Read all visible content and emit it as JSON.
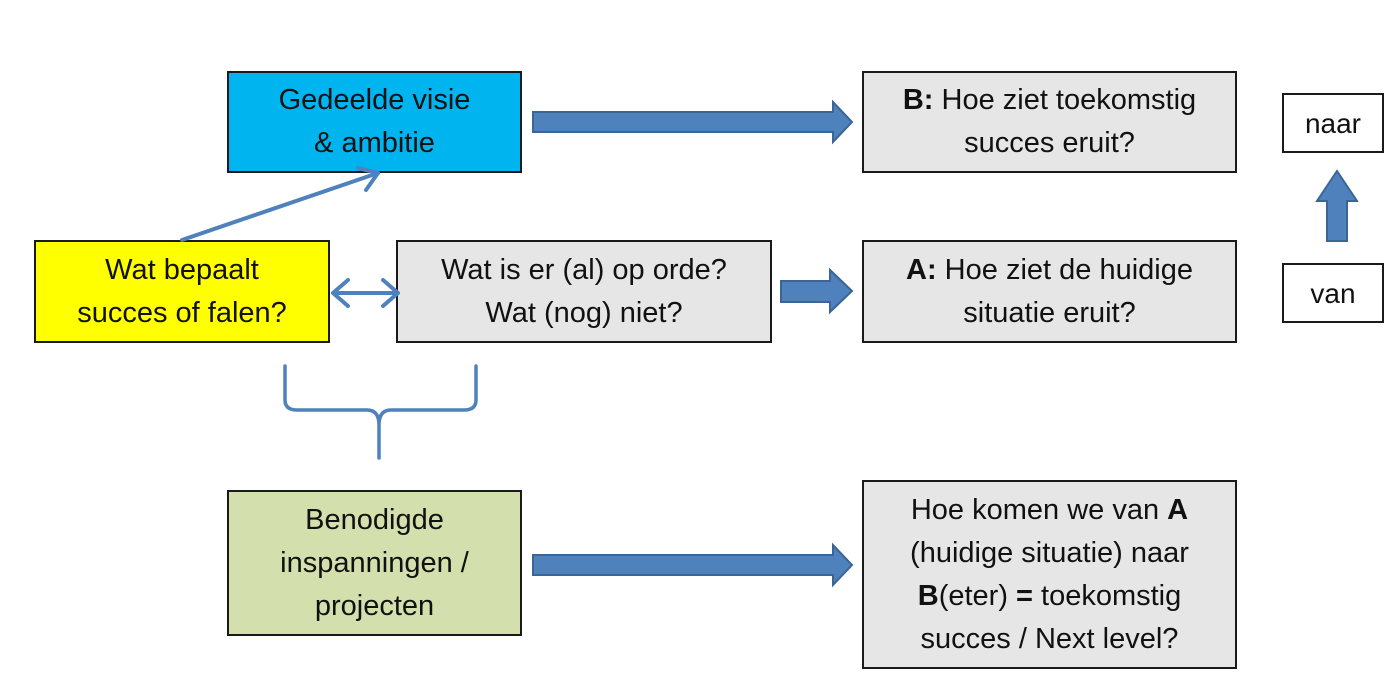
{
  "nodes": {
    "visie": {
      "line1": "Gedeelde visie",
      "line2": "& ambitie"
    },
    "bepaalt": {
      "line1": "Wat bepaalt",
      "line2": "succes of falen?"
    },
    "orde": {
      "line1": "Wat is er (al) op orde?",
      "line2": "Wat (nog) niet?"
    },
    "b_toekomst": {
      "bold": "B:",
      "line1_rest": " Hoe ziet toekomstig",
      "line2": "succes eruit?"
    },
    "a_huidig": {
      "bold": "A:",
      "line1_rest": " Hoe ziet de huidige",
      "line2": "situatie eruit?"
    },
    "inspanningen": {
      "line1": "Benodigde",
      "line2": "inspanningen /",
      "line3": "projecten"
    },
    "van_a_naar_b": {
      "line1_pre": "Hoe komen we van ",
      "line1_bold": "A",
      "line2": "(huidige situatie) naar",
      "line3_bold": "B",
      "line3_mid": "(eter) ",
      "line3_bold2": "=",
      "line3_rest": " toekomstig",
      "line4": "succes / Next level?"
    },
    "naar": {
      "label": "naar"
    },
    "van": {
      "label": "van"
    }
  },
  "colors": {
    "arrow": "#4f81bd",
    "arrow_border": "#3a6595",
    "visie_fill": "#00b4ef",
    "bepaalt_fill": "#ffff00",
    "grey_fill": "#e6e6e6",
    "green_fill": "#d3e0ad"
  }
}
